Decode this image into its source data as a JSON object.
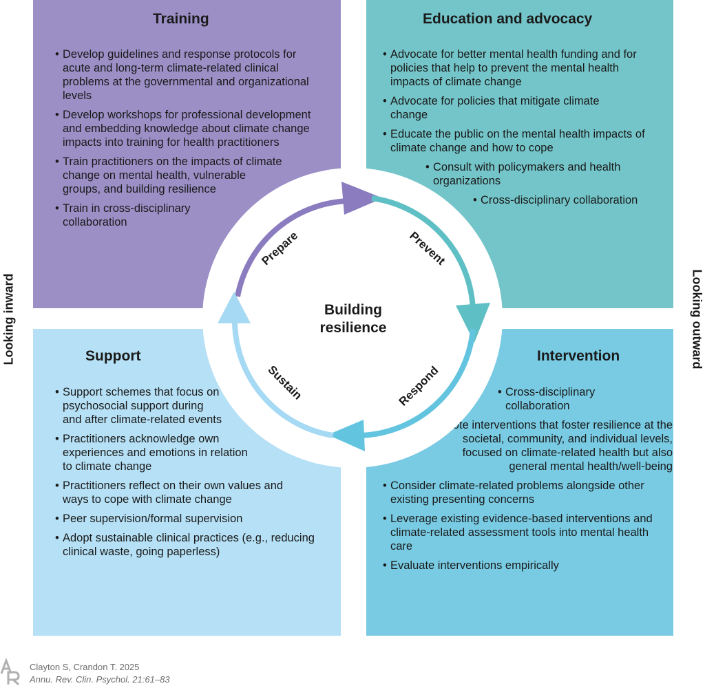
{
  "quadrants": {
    "training": {
      "title": "Training",
      "items": [
        "Develop guidelines and response protocols for acute and long-term climate-related clinical problems at the governmental and organizational levels",
        "Develop workshops for professional development and embedding knowledge about climate change impacts into training for health practitioners",
        "Train practitioners on the impacts of climate change on mental health, vulnerable groups, and building resilience",
        "Train in cross-disciplinary collaboration"
      ]
    },
    "education": {
      "title": "Education and advocacy",
      "items": [
        "Advocate for better mental health funding and for policies that help to prevent the mental health impacts of climate change",
        "Advocate for policies that mitigate climate change",
        "Educate the public on the mental health impacts of climate change and how to cope",
        "Consult with policymakers and health organizations",
        "Cross-disciplinary collaboration"
      ]
    },
    "support": {
      "title": "Support",
      "items": [
        "Support schemes that focus on psychosocial support during and after climate-related events",
        "Practitioners acknowledge own experiences and emotions in relation to climate change",
        "Practitioners reflect on their own values and ways to cope with climate change",
        "Peer supervision/formal supervision",
        "Adopt sustainable clinical practices (e.g., reducing clinical waste, going paperless)"
      ]
    },
    "intervention": {
      "title": "Intervention",
      "items": [
        "Cross-disciplinary collaboration",
        "Promote interventions that foster resilience at the societal, community, and individual levels, focused on climate-related health but also general mental health/well-being",
        "Consider climate-related problems alongside other existing presenting concerns",
        "Leverage existing evidence-based interventions and climate-related assessment tools into mental health care",
        "Evaluate interventions empirically"
      ]
    }
  },
  "cycle": {
    "center": [
      "Building",
      "resilience"
    ],
    "stages": [
      "Prepare",
      "Prevent",
      "Respond",
      "Sustain"
    ]
  },
  "axes": {
    "left": "Looking inward",
    "right": "Looking outward"
  },
  "credit": {
    "authors": "Clayton S, Crandon T. 2025",
    "citation": "Annu. Rev. Clin. Psychol. 21:61–83"
  },
  "colors": {
    "training": "#9b8fc6",
    "education": "#74c5c9",
    "support": "#b5e0f5",
    "intervention": "#78cbe3",
    "arrow_prepare": "#8a7cbf",
    "arrow_prevent": "#5ebfc4",
    "arrow_respond": "#62c4df",
    "arrow_sustain": "#a6d9f3"
  }
}
